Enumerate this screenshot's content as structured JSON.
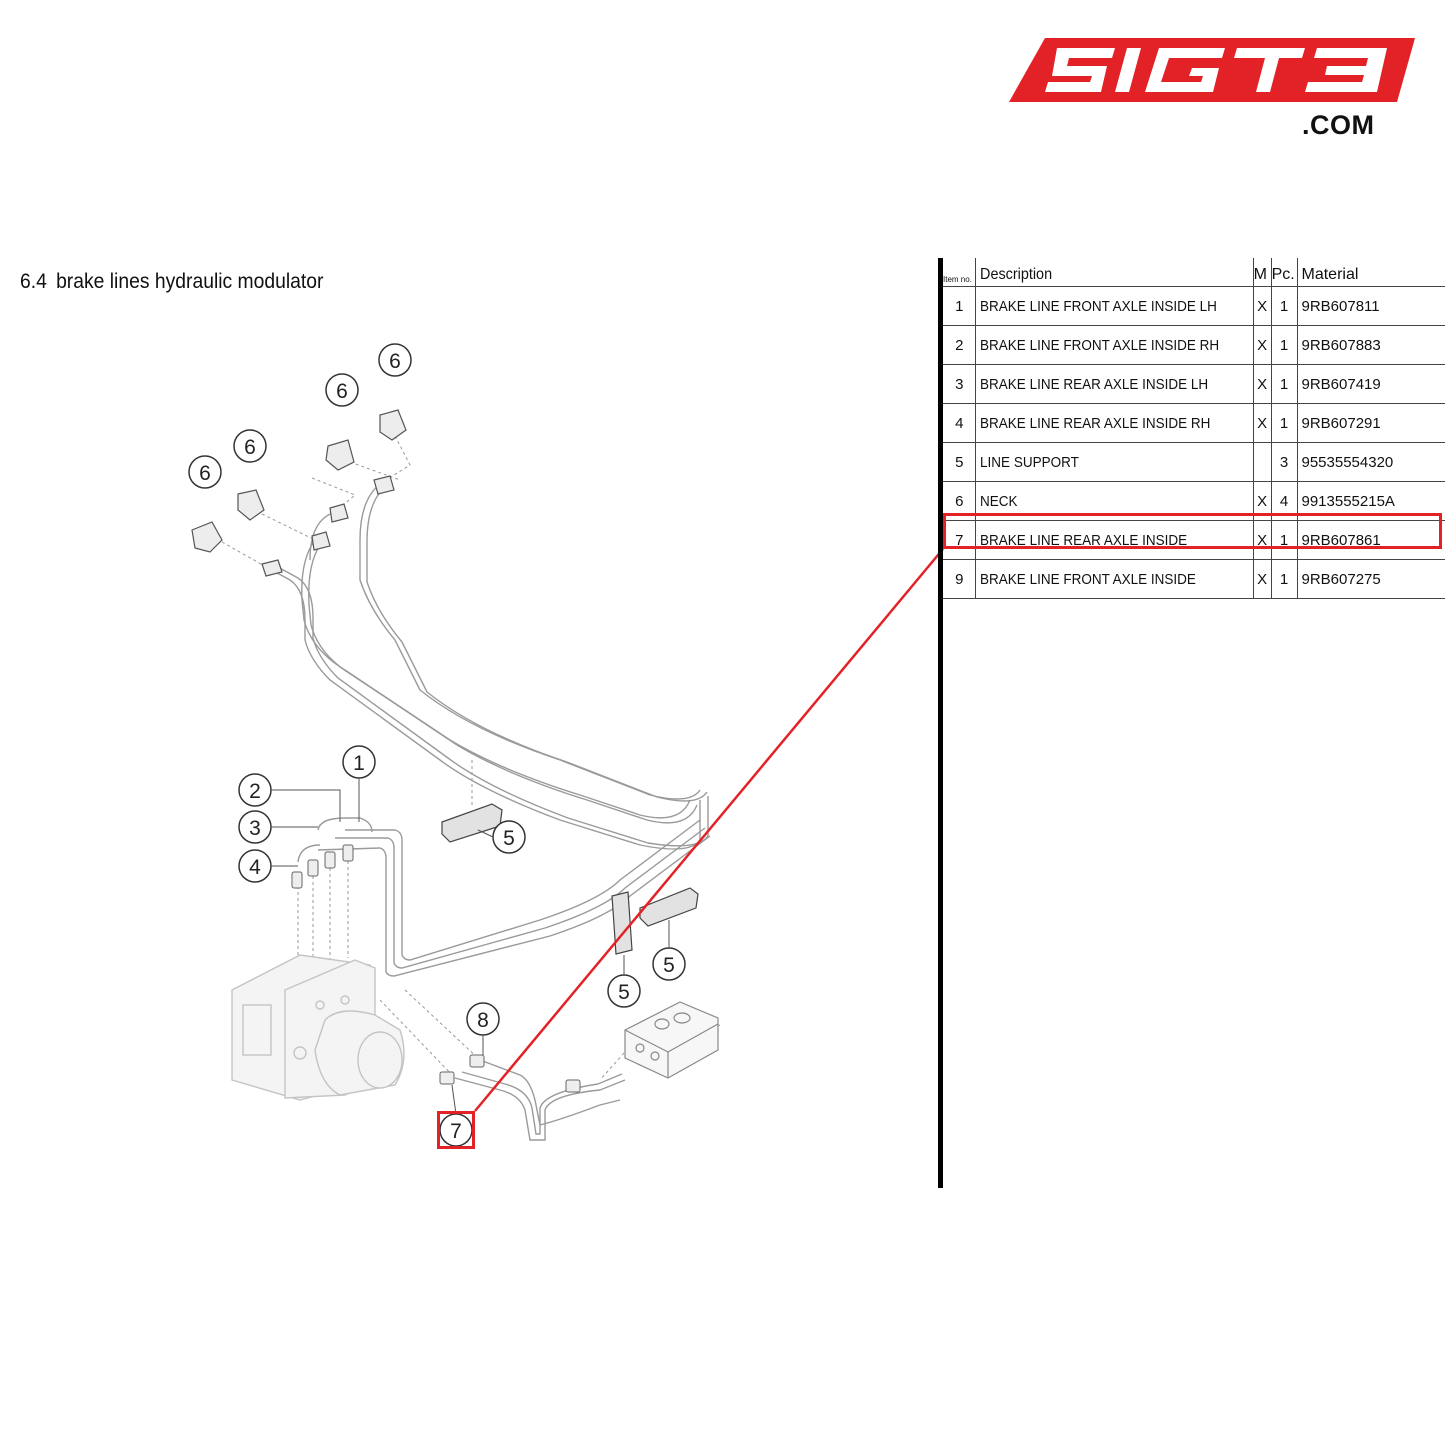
{
  "logo": {
    "brand": "51GT3",
    "suffix": ".COM",
    "color": "#e32228"
  },
  "section": {
    "number": "6.4",
    "title": "brake lines hydraulic modulator"
  },
  "diagram": {
    "labels": [
      "6",
      "6",
      "6",
      "6",
      "1",
      "2",
      "3",
      "4",
      "5",
      "5",
      "5",
      "8",
      "7"
    ],
    "highlight_color": "#e32228"
  },
  "table": {
    "headers": {
      "item": "Item no.",
      "description": "Description",
      "m": "M",
      "pc": "Pc.",
      "material": "Material"
    },
    "rows": [
      {
        "item": "1",
        "description": "BRAKE LINE FRONT AXLE INSIDE LH",
        "m": "X",
        "pc": "1",
        "material": "9RB607811"
      },
      {
        "item": "2",
        "description": "BRAKE LINE FRONT AXLE INSIDE RH",
        "m": "X",
        "pc": "1",
        "material": "9RB607883"
      },
      {
        "item": "3",
        "description": "BRAKE LINE REAR AXLE INSIDE LH",
        "m": "X",
        "pc": "1",
        "material": "9RB607419"
      },
      {
        "item": "4",
        "description": "BRAKE LINE REAR AXLE INSIDE RH",
        "m": "X",
        "pc": "1",
        "material": "9RB607291"
      },
      {
        "item": "5",
        "description": "LINE SUPPORT",
        "m": "",
        "pc": "3",
        "material": "95535554320"
      },
      {
        "item": "6",
        "description": "NECK",
        "m": "X",
        "pc": "4",
        "material": "9913555215A"
      },
      {
        "item": "7",
        "description": "BRAKE LINE REAR AXLE INSIDE",
        "m": "X",
        "pc": "1",
        "material": "9RB607861"
      },
      {
        "item": "9",
        "description": "BRAKE LINE FRONT AXLE INSIDE",
        "m": "X",
        "pc": "1",
        "material": "9RB607275"
      }
    ],
    "highlighted_item": "7"
  }
}
